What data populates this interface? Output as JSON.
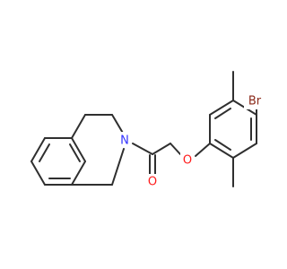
{
  "atoms": {
    "nitrogen": {
      "symbol": "N",
      "color": "#3333ff"
    },
    "carbonyl_oxygen": {
      "symbol": "O",
      "color": "#ff1a1a"
    },
    "ether_oxygen": {
      "symbol": "O",
      "color": "#ff1a1a"
    },
    "bromine": {
      "symbol": "Br",
      "color": "#8b2a1a"
    }
  },
  "colors": {
    "bond": "#2f2f2f",
    "background": "#ffffff"
  }
}
